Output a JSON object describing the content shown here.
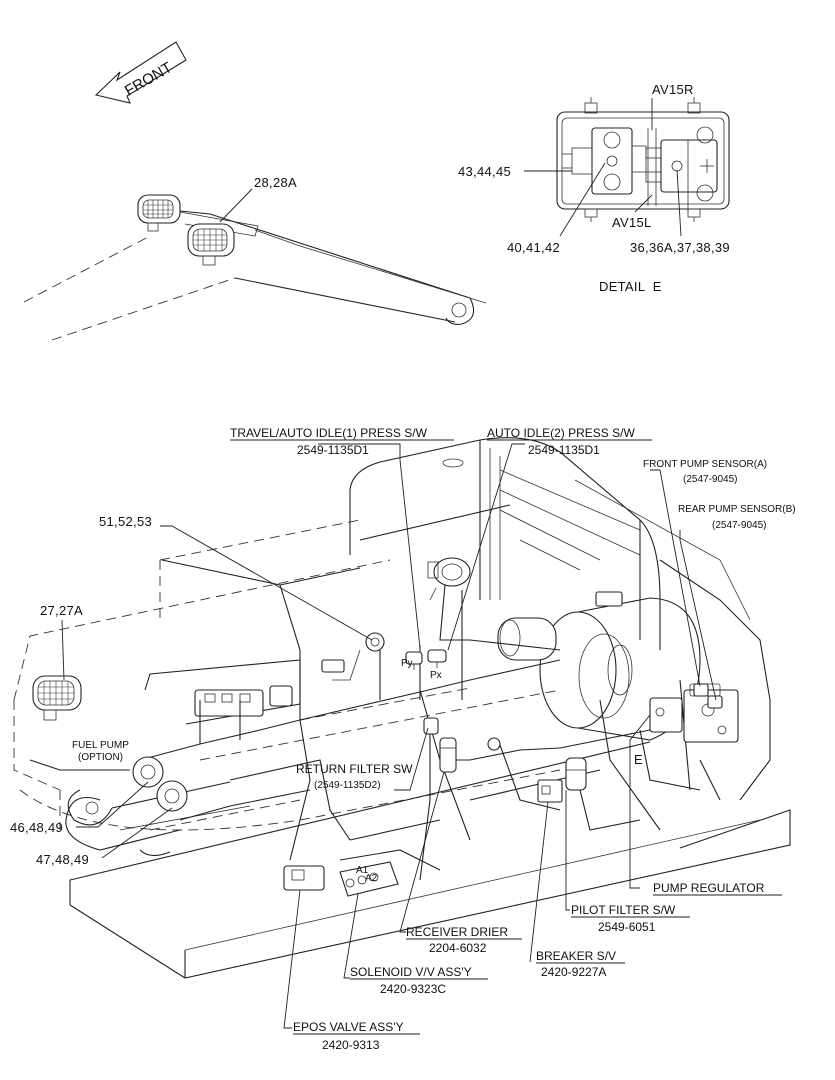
{
  "front_arrow": {
    "label": "FRONT"
  },
  "detail": {
    "title": "DETAIL  E",
    "av15r": "AV15R",
    "av15l": "AV15L",
    "part_43": "43,44,45",
    "part_40": "40,41,42",
    "part_36": "36,36A,37,38,39"
  },
  "boom": {
    "part_28": "28,28A"
  },
  "callouts": {
    "travel_press_name": "TRAVEL/AUTO IDLE(1) PRESS S/W",
    "travel_press_code": "2549-1135D1",
    "auto_idle_name": "AUTO IDLE(2) PRESS S/W",
    "auto_idle_code": "2549-1135D1",
    "front_pump_name": "FRONT PUMP SENSOR(A)",
    "front_pump_code": "(2547-9045)",
    "rear_pump_name": "REAR PUMP SENSOR(B)",
    "rear_pump_code": "(2547-9045)",
    "part_51": "51,52,53",
    "part_27": "27,27A",
    "py": "Py",
    "px": "Px",
    "fuel_pump_name": "FUEL PUMP",
    "fuel_pump_note": "(OPTION)",
    "return_filter_name": "RETURN FILTER SW",
    "return_filter_code": "(2549-1135D2)",
    "part_46": "46,48,49",
    "part_47": "47,48,49",
    "marker_e": "E",
    "a1": "A1",
    "a2": "A2",
    "pump_regulator": "PUMP REGULATOR",
    "pilot_filter_name": "PILOT FILTER S/W",
    "pilot_filter_code": "2549-6051",
    "receiver_drier_name": "RECEIVER DRIER",
    "receiver_drier_code": "2204-6032",
    "breaker_name": "BREAKER S/V",
    "breaker_code": "2420-9227A",
    "solenoid_name": "SOLENOID V/V ASS'Y",
    "solenoid_code": "2420-9323C",
    "epos_name": "EPOS VALVE ASS'Y",
    "epos_code": "2420-9313"
  }
}
